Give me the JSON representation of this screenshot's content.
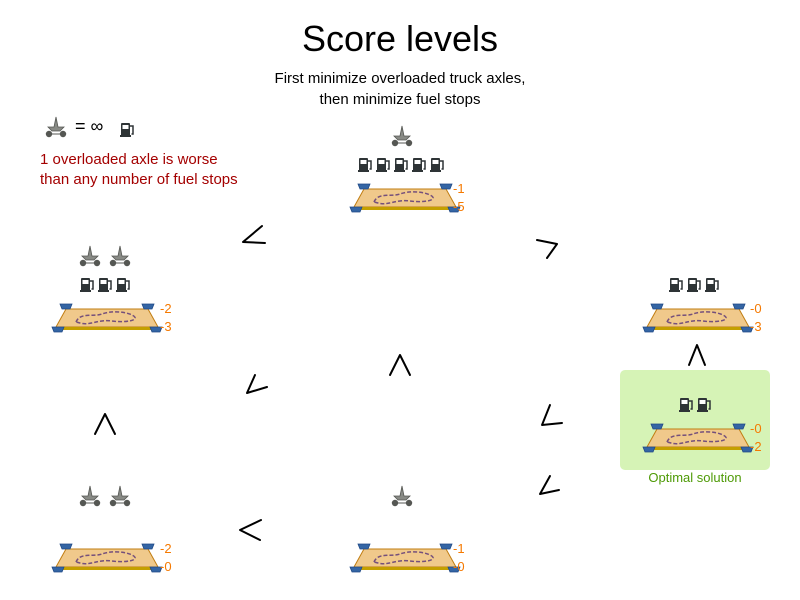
{
  "title": "Score levels",
  "subtitle_line1": "First minimize overloaded truck axles,",
  "subtitle_line2": "then minimize fuel stops",
  "legend": {
    "equals": "= ∞",
    "note_line1": "1 overloaded axle is worse",
    "note_line2": "than any number of fuel stops"
  },
  "nodes": [
    {
      "id": "top",
      "hard": "-1",
      "soft": "-5"
    },
    {
      "id": "left-mid",
      "hard": "-2",
      "soft": "-3"
    },
    {
      "id": "right-mid",
      "hard": "-0",
      "soft": "-3"
    },
    {
      "id": "optimal",
      "hard": "-0",
      "soft": "-2"
    },
    {
      "id": "bot-left",
      "hard": "-2",
      "soft": "-0"
    },
    {
      "id": "bot-mid",
      "hard": "-1",
      "soft": "-0"
    }
  ],
  "optimal_label": "Optimal solution",
  "colors": {
    "title": "#000000",
    "note": "#a40000",
    "score": "#f57900",
    "optimal_bg": "#d6f3b6",
    "optimal_text": "#4e9a06",
    "map_fill": "#f0c98b",
    "route": "#75507b",
    "corner": "#3465a4"
  }
}
